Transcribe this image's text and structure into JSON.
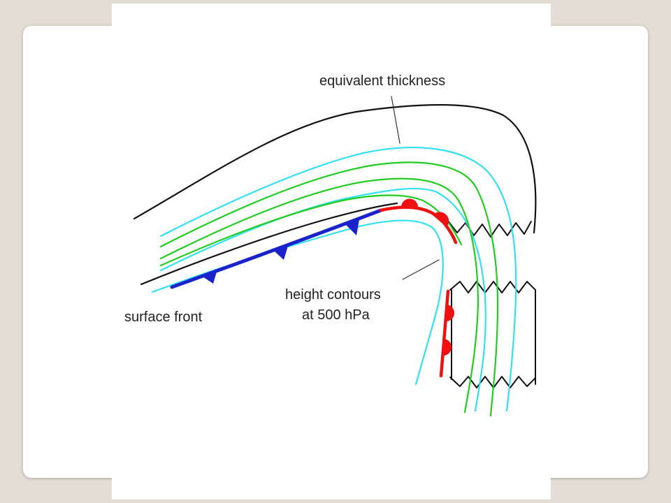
{
  "labels": {
    "equivalent_thickness": "equivalent thickness",
    "height_contours_line1": "height contours",
    "height_contours_line2": "at 500 hPa",
    "surface_front": "surface front"
  },
  "colors": {
    "background": "#e3ddd6",
    "card": "#ffffff",
    "outline": "#111111",
    "height_contour": "#33e0f0",
    "thickness_contour": "#22cc22",
    "cold_front": "#1a22cc",
    "warm_front": "#ee1111"
  },
  "icons": [
    "cold-front-triangle-icon",
    "warm-front-semicircle-icon"
  ]
}
